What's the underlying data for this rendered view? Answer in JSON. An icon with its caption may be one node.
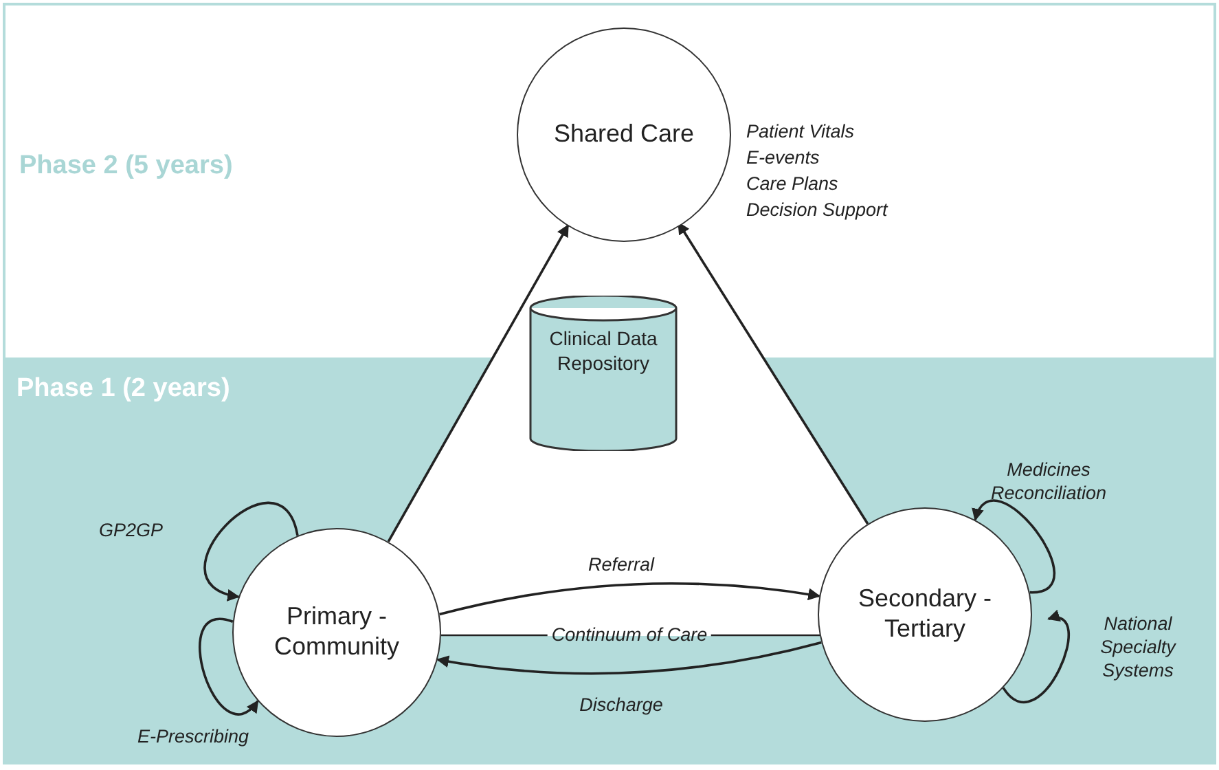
{
  "diagram": {
    "nodes": [
      {
        "text": [
          "Phase 2 (5 years)"
        ]
      },
      {
        "text": [
          "Shared Care"
        ],
        "in": 0,
        "beside": [
          "Patient Vitals",
          "E-events",
          "Care Plans",
          "Decision Support"
        ]
      },
      {
        "text": [
          "Phase 1 (2 years)"
        ]
      },
      {
        "text": [
          "Clinical Data Repository"
        ],
        "in": 2
      },
      {
        "text": [
          "Primary - Community"
        ],
        "in": 2
      },
      {
        "text": [
          "Secondary - Tertiary"
        ],
        "in": 2
      }
    ],
    "edges": [
      {
        "from": 4,
        "to": 1,
        "arrow": "to"
      },
      {
        "from": 5,
        "to": 1,
        "arrow": "to"
      },
      {
        "from": 4,
        "to": 5,
        "arrow": "none",
        "label": "Continuum of Care"
      },
      {
        "from": 4,
        "to": 5,
        "arrow": "to",
        "label": "Referral"
      },
      {
        "from": 5,
        "to": 4,
        "arrow": "to",
        "label": "Discharge"
      },
      {
        "from": 4,
        "to": 4,
        "arrow": "to",
        "label": "GP2GP"
      },
      {
        "from": 4,
        "to": 4,
        "arrow": "to",
        "label": "E-Prescribing"
      },
      {
        "from": 5,
        "to": 5,
        "arrow": "to",
        "label": "Medicines Reconciliation"
      },
      {
        "from": 5,
        "to": 5,
        "arrow": "to",
        "label": "National Specialty Systems"
      }
    ]
  }
}
